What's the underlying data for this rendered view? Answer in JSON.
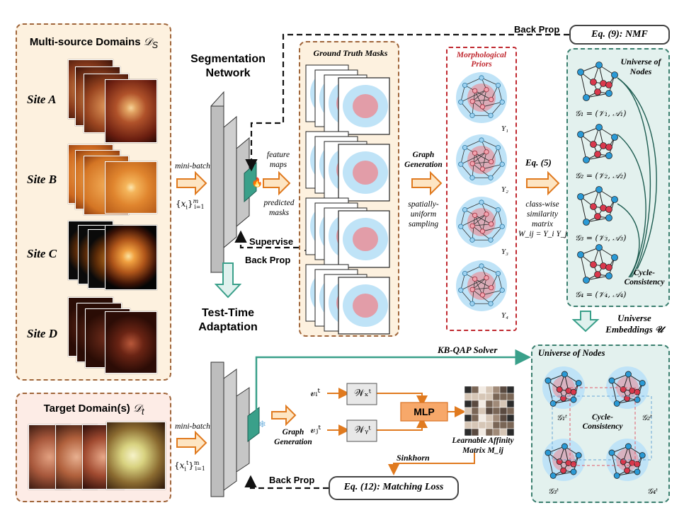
{
  "source_panel": {
    "title": "Multi-source Domains",
    "title_symbol": "𝒟",
    "title_sub": "S",
    "sites": [
      {
        "label": "Site A"
      },
      {
        "label": "Site B"
      },
      {
        "label": "Site C"
      },
      {
        "label": "Site D"
      }
    ]
  },
  "target_panel": {
    "title": "Target Domain(s)",
    "title_symbol": "𝒟",
    "title_sub": "t"
  },
  "segnet": {
    "title_line1": "Segmentation",
    "title_line2": "Network"
  },
  "tta": {
    "title_line1": "Test-Time",
    "title_line2": "Adaptation"
  },
  "labels": {
    "minibatch_top": "mini-batch",
    "minibatch_top_set": "{x_i}_{i=1}^m",
    "minibatch_bottom": "mini-batch",
    "minibatch_bottom_set": "{x_i^t}_{i=1}^m",
    "feature_maps_1": "feature",
    "feature_maps_2": "maps",
    "predicted_masks_1": "predicted",
    "predicted_masks_2": "masks",
    "supervise": "Supervise",
    "back_prop_1": "Back Prop",
    "back_prop_top": "Back Prop",
    "back_prop_bottom": "Back Prop",
    "graph_generation_1": "Graph",
    "graph_generation_2": "Generation",
    "spatially_1": "spatially-",
    "spatially_2": "uniform",
    "spatially_3": "sampling",
    "eq5": "Eq. (5)",
    "classwise_1": "class-wise",
    "classwise_2": "similarity",
    "classwise_3": "matrix",
    "classwise_4": "W_ij = Y_i Y_j",
    "graph_generation_b1": "Graph",
    "graph_generation_b2": "Generation",
    "kbqap": "KB-QAP Solver",
    "mlp": "MLP",
    "learnable_1": "Learnable Affinity",
    "learnable_2": "Matrix M_ij",
    "sinkhorn": "Sinkhorn",
    "matching_loss": "Eq. (12): Matching Loss",
    "nmf": "Eq. (9): NMF",
    "universe_embeddings_1": "Universe",
    "universe_embeddings_2": "Embeddings 𝒰",
    "vi": "𝓋ᵢᵗ",
    "vj": "𝓋ⱼᵗ",
    "wx": "𝒲ₓᵗ",
    "wy": "𝒲ᵧᵗ"
  },
  "gt_masks": {
    "title": "Ground Truth Masks"
  },
  "morph": {
    "title_1": "Morphological",
    "title_2": "Priors",
    "y_labels": [
      "Y₁",
      "Y₂",
      "Y₃",
      "Y₄"
    ]
  },
  "universe_top": {
    "title_1": "Universe of",
    "title_2": "Nodes",
    "graph_labels": [
      "𝒢₁ = (𝒱₁, 𝒜₁)",
      "𝒢₂ = (𝒱₂, 𝒜₂)",
      "𝒢₃ = (𝒱₃, 𝒜₃)",
      "𝒢₄ = (𝒱₄, 𝒜₄)"
    ],
    "cycle_1": "Cycle-",
    "cycle_2": "Consistency"
  },
  "universe_bottom": {
    "title": "Universe of Nodes",
    "graph_labels": [
      "𝒢₁ᵗ",
      "𝒢₂ᵗ",
      "𝒢₃ᵗ",
      "𝒢₄ᵗ"
    ],
    "cycle_1": "Cycle-",
    "cycle_2": "Consistency"
  },
  "colors": {
    "orange_fill": "#fdf1df",
    "orange_border": "#a0663b",
    "teal_fill": "#e3f1ee",
    "teal_border": "#3b7f6f",
    "arrow_fill": "#fde5c3",
    "arrow_stroke": "#e07a1f",
    "node_red": "#d9384c",
    "node_blue": "#2a9ad6",
    "mask_blue": "#bfe3f7",
    "mask_red": "#e29da8",
    "teal_arrow": "#3aa08a"
  }
}
